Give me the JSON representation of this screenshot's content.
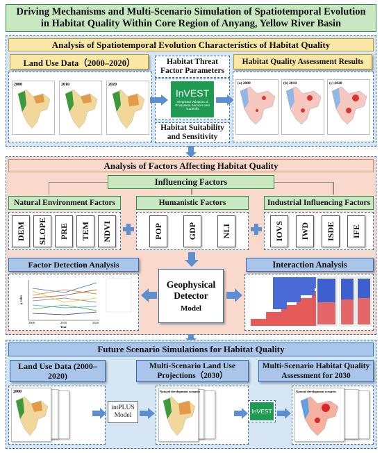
{
  "title": "Driving Mechanisms and Multi-Scenario Simulation of Spatiotemporal Evolution in Habitat Quality Within Core Region of Anyang, Yellow River Basin",
  "section1": {
    "title": "Analysis of Spatiotemporal Evolution Characteristics of Habitat Quality",
    "landuse": "Land Use Data（2000–2020）",
    "threat": "Habitat Threat Factor Parameters",
    "suitability": "Habitat Suitability and Sensitivity",
    "assessment": "Habitat Quality Assessment Results",
    "years": [
      "2000",
      "2010",
      "2020"
    ],
    "assess_years": [
      "(a) 2000",
      "(b) 2010",
      "(c) 2020"
    ],
    "invest_name": "InVEST",
    "invest_sub": "Integrated Valuation of Ecosystem Services and Tradeoffs"
  },
  "section2": {
    "title": "Analysis of Factors Affecting Habitat Quality",
    "influencing": "Influencing Factors",
    "natural": "Natural Environment Factors",
    "humanistic": "Humanistic Factors",
    "industrial": "Industrial Influencing Factors",
    "natural_items": [
      "DEM",
      "SLOPE",
      "PRE",
      "TEM",
      "NDVI"
    ],
    "human_items": [
      "POP",
      "GDP",
      "NLI"
    ],
    "industrial_items": [
      "IOVS",
      "IWD",
      "ISDE",
      "IFE"
    ],
    "factor_detection": "Factor Detection Analysis",
    "interaction": "Interaction Analysis",
    "geo_title": "Geophysical Detector",
    "geo_model": "Model",
    "chart_xlabel": "Year",
    "chart_ylabel": "q value",
    "chart_years": [
      "2000",
      "2010",
      "2020"
    ]
  },
  "section3": {
    "title": "Future Scenario Simulations for Habitat Quality",
    "landuse": "Land Use Data (2000–2020)",
    "projections": "Multi-Scenario Land Use Projections（2030）",
    "assessment": "Multi-Scenario Habitat Quality Assessment for 2030",
    "intplus": "intPLUS Model",
    "scenario": "Natural development scenario",
    "year": "2000",
    "invest_name": "InVEST"
  },
  "colors": {
    "title_bg": "#c9e8c2",
    "section1_bg": "#d7e6f5",
    "section2_bg": "#f8d9cc",
    "section3_bg": "#d7e6f5",
    "yellow_label": "#fbe7a6",
    "green_label": "#c9e8c2",
    "blue_label": "#a9c6ea",
    "arrow": "#5b8fd2"
  }
}
